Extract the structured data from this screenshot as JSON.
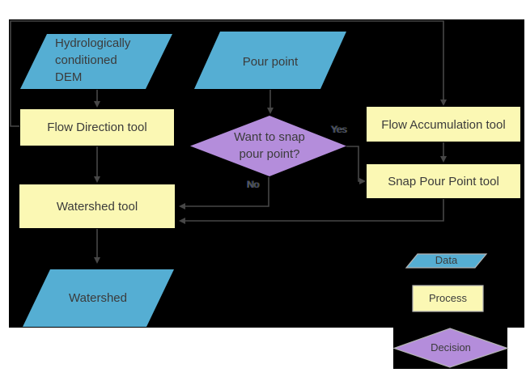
{
  "diagram": {
    "title_hint": "Watershed delineation flowchart",
    "colors": {
      "background": "#000000",
      "page": "#ffffff",
      "data_fill": "#55aed3",
      "process_fill": "#fbf8b4",
      "decision_fill": "#b48ddb",
      "connector": "#474747",
      "shape_text": "#3b3b3b"
    },
    "nodes": {
      "dem": {
        "type": "data",
        "lines": [
          "Hydrologically",
          "conditioned",
          "DEM"
        ]
      },
      "pour_point": {
        "type": "data",
        "label": "Pour point"
      },
      "flow_direction": {
        "type": "process",
        "label": "Flow Direction tool"
      },
      "flow_accumulation": {
        "type": "process",
        "label": "Flow Accumulation tool"
      },
      "snap_pour_point": {
        "type": "process",
        "label": "Snap Pour Point tool"
      },
      "decision": {
        "type": "decision",
        "lines": [
          "Want to snap",
          "pour point?"
        ]
      },
      "watershed_tool": {
        "type": "process",
        "label": "Watershed tool"
      },
      "watershed": {
        "type": "data",
        "label": "Watershed"
      }
    },
    "edge_labels": {
      "yes": "Yes",
      "no": "No"
    },
    "legend": {
      "data_label": "Data",
      "process_label": "Process",
      "decision_label": "Decision"
    }
  }
}
